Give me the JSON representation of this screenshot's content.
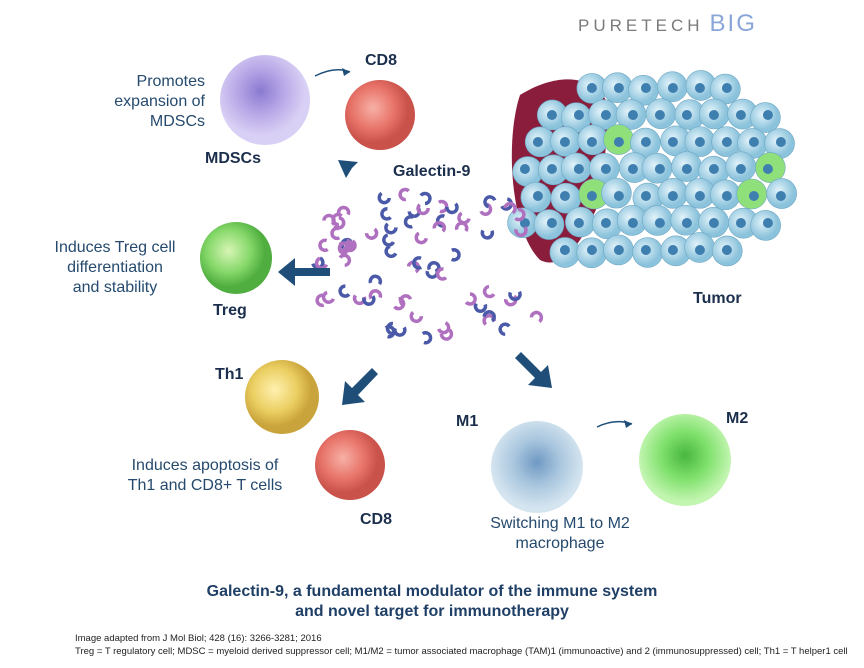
{
  "logo": {
    "brand": "PURETECH",
    "suffix": "BIG"
  },
  "labels": {
    "mdsc_desc_1": "Promotes",
    "mdsc_desc_2": "expansion of",
    "mdsc_desc_3": "MDSCs",
    "mdscs": "MDSCs",
    "cd8_top": "CD8",
    "galectin": "Galectin-9",
    "tumor": "Tumor",
    "treg_desc_1": "Induces Treg cell",
    "treg_desc_2": "differentiation",
    "treg_desc_3": "and stability",
    "treg": "Treg",
    "th1": "Th1",
    "cd8_bottom": "CD8",
    "apop_desc_1": "Induces apoptosis of",
    "apop_desc_2": "Th1 and CD8+ T cells",
    "m1": "M1",
    "m2": "M2",
    "switch_desc_1": "Switching M1 to M2",
    "switch_desc_2": "macrophage"
  },
  "title": {
    "line1": "Galectin-9, a fundamental modulator of the immune system",
    "line2": "and novel target for immunotherapy"
  },
  "footer": {
    "source": "Image adapted from J Mol Biol; 428 (16): 3266-3281; 2016",
    "legend": "Treg =  T regulatory cell; MDSC = myeloid derived suppressor cell; M1/M2 = tumor associated macrophage (TAM)1 (immunoactive) and 2 (immunosuppressed) cell; Th1 = T helper1 cell"
  },
  "colors": {
    "arrow": "#1f4e79",
    "cd8": "#e8746a",
    "treg": "#7fd36a",
    "th1": "#e8cf60",
    "mdsc": "#b7a6e6",
    "m1": "#a9c6de",
    "m2": "#7ee06b",
    "tumor": "#a8d4e8"
  }
}
